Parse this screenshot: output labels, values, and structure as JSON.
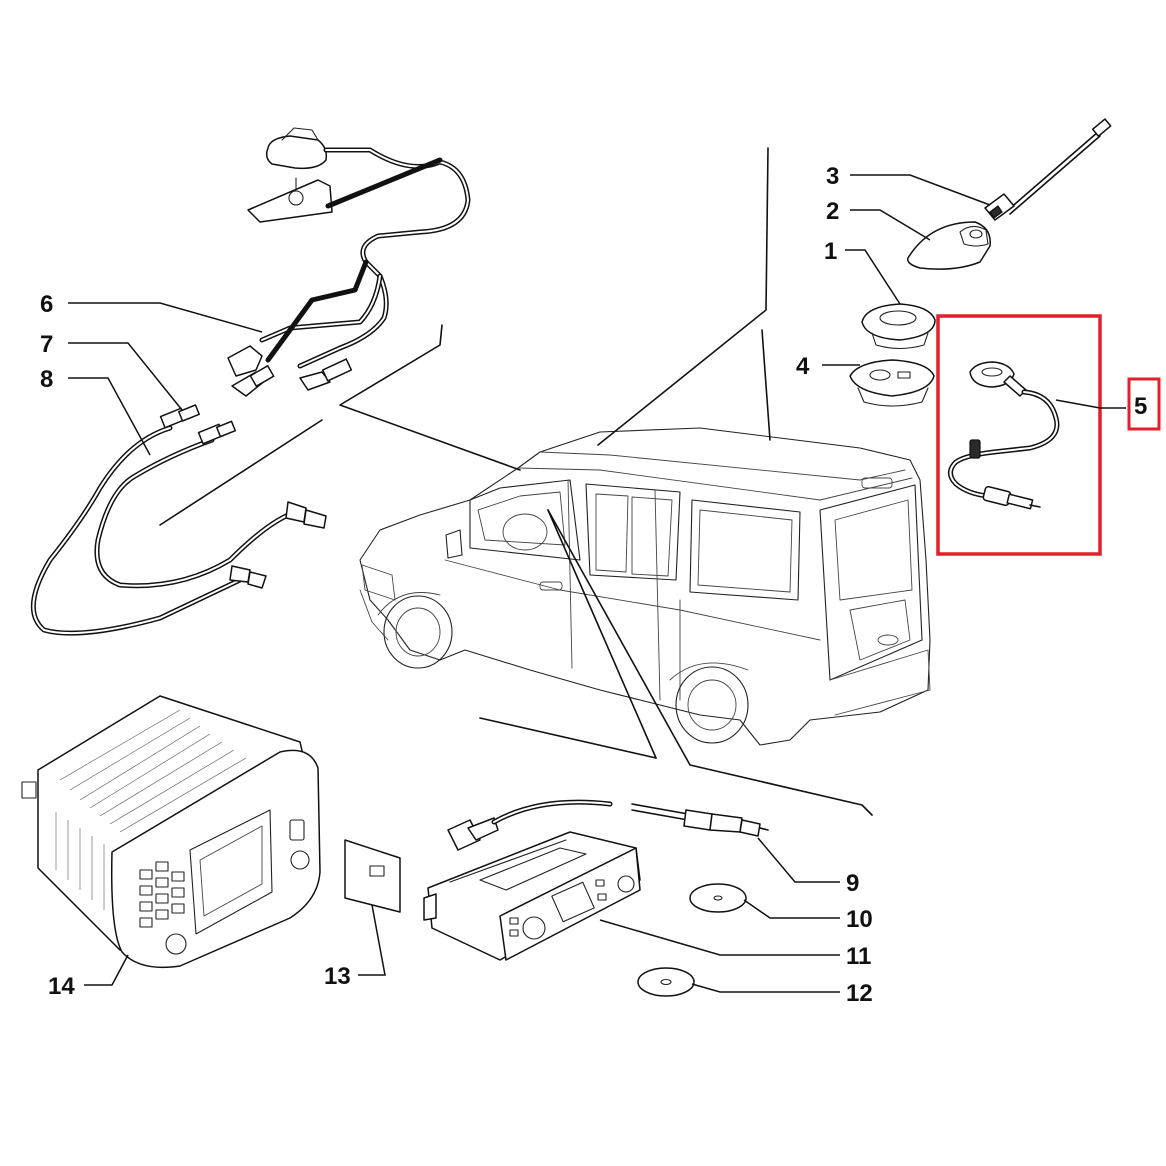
{
  "callouts": {
    "c1": "1",
    "c2": "2",
    "c3": "3",
    "c4": "4",
    "c5": "5",
    "c6": "6",
    "c7": "7",
    "c8": "8",
    "c9": "9",
    "c10": "10",
    "c11": "11",
    "c12": "12",
    "c13": "13",
    "c14": "14"
  },
  "highlight": {
    "color": "#e0202a",
    "part": "5"
  },
  "colors": {
    "ink": "#111111",
    "background": "#ffffff"
  }
}
